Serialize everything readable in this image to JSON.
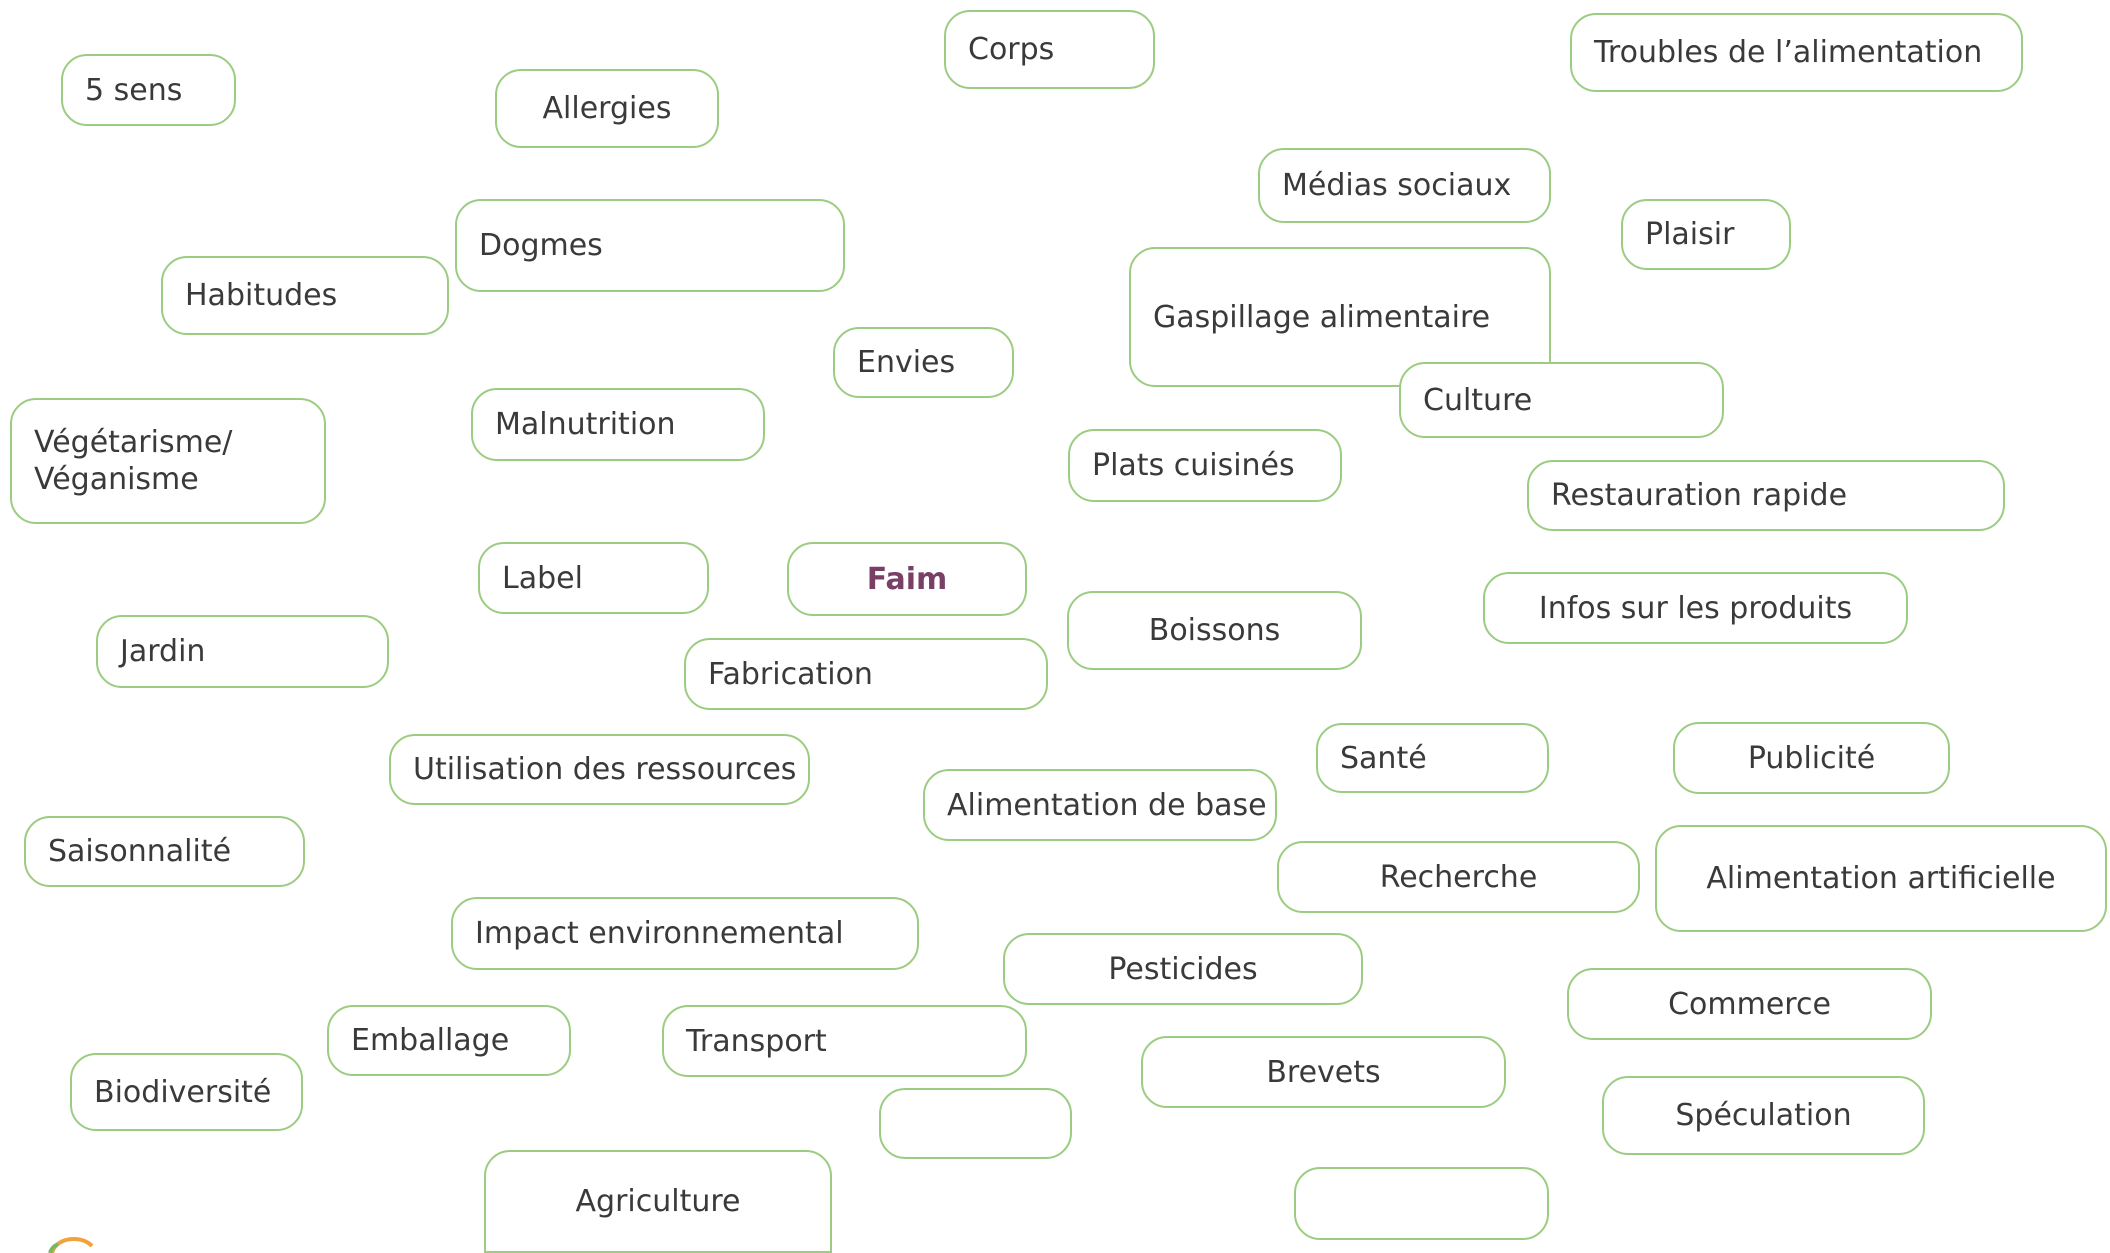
{
  "colors": {
    "border": "#9ccc82",
    "text": "#3a3a3a",
    "accent": "#7a3f66",
    "logo": "#f2a23a"
  },
  "nodes": {
    "cinq_sens": "5 sens",
    "allergies": "Allergies",
    "corps": "Corps",
    "troubles": "Troubles de l’alimentation",
    "medias": "Médias sociaux",
    "plaisir": "Plaisir",
    "habitudes": "Habitudes",
    "dogmes": "Dogmes",
    "gaspillage": "Gaspillage alimentaire",
    "envies": "Envies",
    "culture": "Culture",
    "vegetarisme_1": "Végétarisme/",
    "vegetarisme_2": "Véganisme",
    "malnutrition": "Malnutrition",
    "plats": "Plats cuisinés",
    "restauration": "Restauration rapide",
    "label": "Label",
    "faim": "Faim",
    "boissons": "Boissons",
    "infos": "Infos sur les produits",
    "jardin": "Jardin",
    "fabrication": "Fabrication",
    "sante": "Santé",
    "publicite": "Publicité",
    "utilisation": "Utilisation des ressources",
    "alimentation_base": "Alimentation de base",
    "saisonnalite": "Saisonnalité",
    "recherche": "Recherche",
    "alimentation_artificielle": "Alimentation artificielle",
    "impact": "Impact environnemental",
    "pesticides": "Pesticides",
    "emballage": "Emballage",
    "transport": "Transport",
    "commerce": "Commerce",
    "brevets": "Brevets",
    "biodiversite": "Biodiversité",
    "speculation": "Spéculation",
    "agriculture": "Agriculture"
  }
}
